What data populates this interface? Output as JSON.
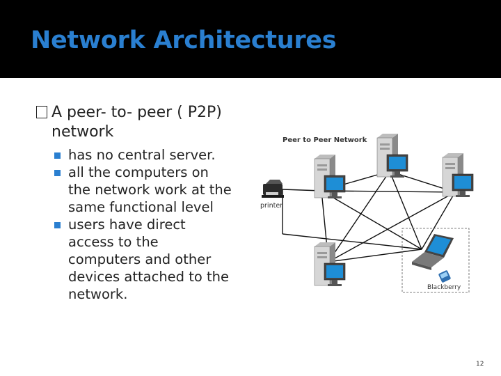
{
  "slide": {
    "title": "Network Architectures",
    "main_bullet": "A peer- to- peer ( P2P) network",
    "sub_bullets": [
      "has no central server.",
      "all the computers on the network work at the same functional level",
      "users have direct access to the computers and other devices attached to the network."
    ],
    "page_number": "12"
  },
  "diagram": {
    "title": "Peer to Peer Network",
    "printer_label": "printer",
    "blackberry_label": "Blackberry"
  },
  "colors": {
    "title": "#2a7fd0",
    "bullet_square": "#2a7fd0",
    "screen": "#1e8ed6"
  }
}
